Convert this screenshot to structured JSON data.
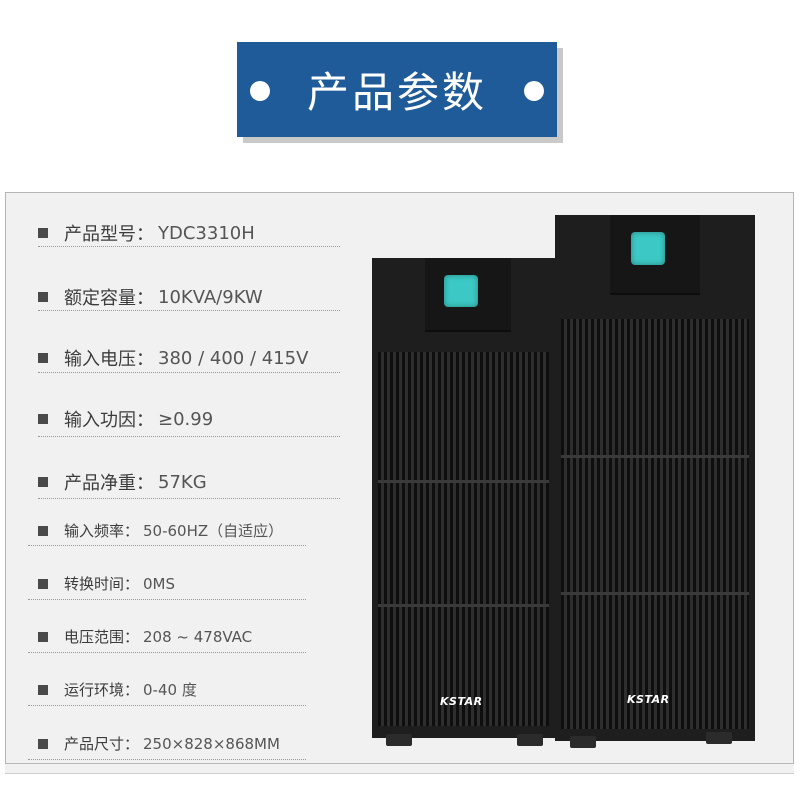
{
  "banner": {
    "title": "产品参数"
  },
  "specs": [
    {
      "label": "产品型号：",
      "value": "YDC3310H"
    },
    {
      "label": "额定容量：",
      "value": "10KVA/9KW"
    },
    {
      "label": "输入电压：",
      "value": "380 / 400 / 415V"
    },
    {
      "label": "输入功因：",
      "value": "≥0.99"
    },
    {
      "label": "产品净重：",
      "value": "57KG"
    },
    {
      "label": "输入频率：",
      "value": "50-60HZ（自适应）"
    },
    {
      "label": "转换时间：",
      "value": "0MS"
    },
    {
      "label": "电压范围：",
      "value": "208 ~ 478VAC"
    },
    {
      "label": "运行环境：",
      "value": "0-40 度"
    },
    {
      "label": "产品尺寸：",
      "value": "250×828×868MM"
    }
  ],
  "product": {
    "brand_left": "KSTAR",
    "brand_right": "KSTAR",
    "screen_color": "#3cc8c4",
    "body_color": "#1e1e1e"
  },
  "colors": {
    "banner_blue": "#1f5b98",
    "frame_bg": "#f1f1f1",
    "text": "#3c3c3c"
  }
}
